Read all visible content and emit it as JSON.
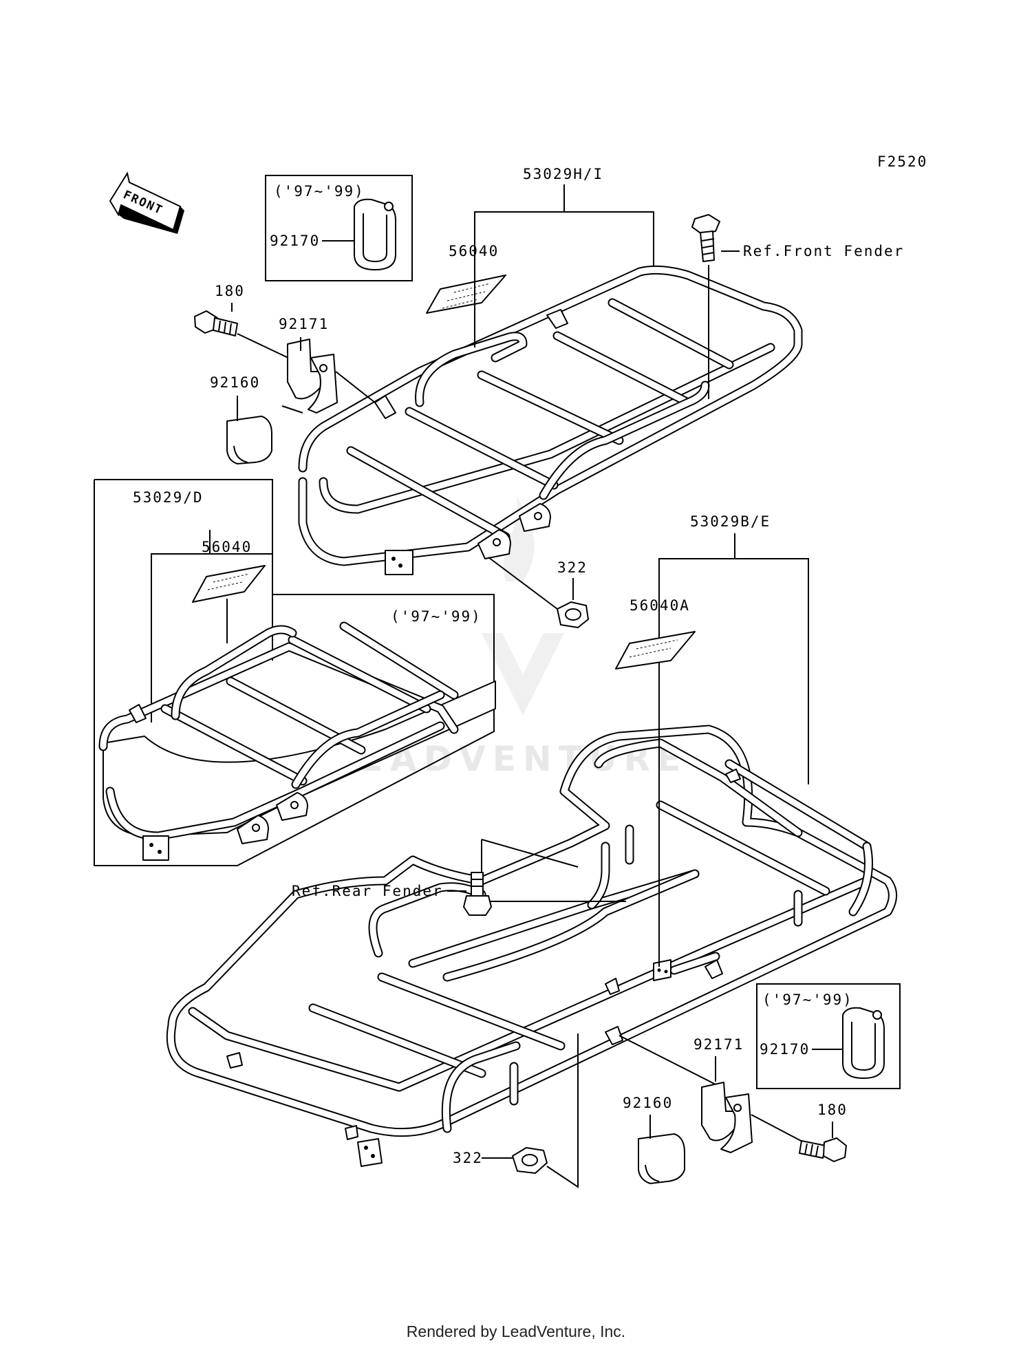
{
  "figure_code": "F2520",
  "front_arrow_label": "FRONT",
  "watermark": "LEADVENTURE",
  "footer": "Rendered by LeadVenture, Inc.",
  "callouts": {
    "front_carrier": "53029H/I",
    "front_decal": "56040",
    "front_bolt_ref": "Ref.Front Fender",
    "front_bolt": "180",
    "front_clamp_top": "92171",
    "front_cushion": "92160",
    "front_nut": "322",
    "front_inset_year": "('97~'99)",
    "front_inset_clamp": "92170",
    "alt_carrier": "53029/D",
    "alt_decal": "56040",
    "alt_year": "('97~'99)",
    "rear_carrier": "53029B/E",
    "rear_decal": "56040A",
    "rear_bolt_ref": "Ref.Rear Fender",
    "rear_nut": "322",
    "rear_clamp_top": "92171",
    "rear_cushion": "92160",
    "rear_bolt": "180",
    "rear_inset_year": "('97~'99)",
    "rear_inset_clamp": "92170"
  }
}
